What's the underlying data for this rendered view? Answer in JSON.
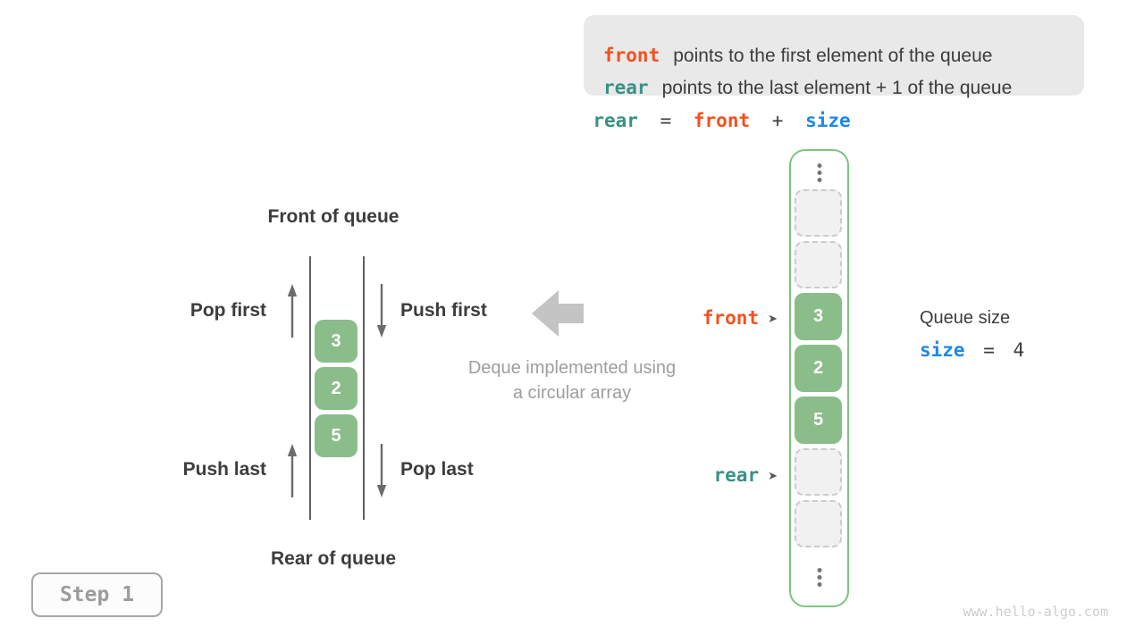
{
  "colors": {
    "orange": "#F4511E",
    "teal": "#399184",
    "blue": "#1E88E5",
    "green_fill": "#8ABD8A",
    "green_border": "#7CC47C",
    "dark_text": "#3C3C3C",
    "muted_gray": "#9E9E9E",
    "info_box_bg": "#E9E9E9"
  },
  "info_box": {
    "lines": [
      {
        "keyword": "front",
        "text": "points to the first element of the queue"
      },
      {
        "keyword": "rear",
        "text": "points to the last element + 1 of the queue"
      }
    ]
  },
  "formula": {
    "tokens": [
      {
        "text": "rear"
      },
      {
        "text": "="
      },
      {
        "text": "front"
      },
      {
        "text": "+"
      },
      {
        "text": "size"
      }
    ]
  },
  "left_diagram": {
    "title": "Front of queue",
    "footer": "Rear of queue",
    "labels": {
      "pop_first": "Pop first",
      "push_first": "Push first",
      "push_last": "Push last",
      "pop_last": "Pop last"
    },
    "cells": [
      "3",
      "2",
      "5"
    ]
  },
  "center_caption": {
    "line1": "Deque implemented using",
    "line2": "a circular array"
  },
  "array_panel": {
    "cells": [
      {
        "type": "empty",
        "value": ""
      },
      {
        "type": "empty",
        "value": ""
      },
      {
        "type": "filled",
        "value": "3"
      },
      {
        "type": "filled",
        "value": "2"
      },
      {
        "type": "filled",
        "value": "5"
      },
      {
        "type": "empty",
        "value": ""
      },
      {
        "type": "empty",
        "value": ""
      }
    ],
    "pointers": {
      "front": {
        "label": "front",
        "arrow": "➤"
      },
      "rear": {
        "label": "rear",
        "arrow": "➤"
      }
    }
  },
  "queue_size": {
    "label": "Queue size",
    "tokens": [
      {
        "text": "size"
      },
      {
        "text": "="
      },
      {
        "text": "4"
      }
    ]
  },
  "step_badge": {
    "label": "Step 1"
  },
  "watermark": "www.hello-algo.com"
}
